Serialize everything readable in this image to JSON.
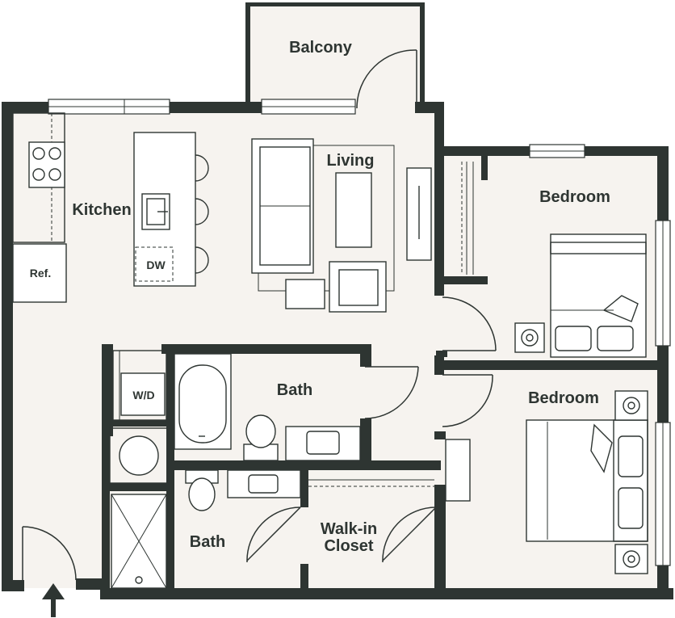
{
  "rooms": {
    "balcony": "Balcony",
    "living": "Living",
    "kitchen": "Kitchen",
    "bedroom_1": "Bedroom",
    "bedroom_2": "Bedroom",
    "bath_1": "Bath",
    "bath_2": "Bath",
    "walk_in_closet_line1": "Walk-in",
    "walk_in_closet_line2": "Closet"
  },
  "appliances": {
    "refrigerator": "Ref.",
    "dishwasher": "DW",
    "washer_dryer": "W/D"
  },
  "icons": [
    "entry-arrow-icon",
    "stove-icon",
    "sink-icon",
    "toilet-icon",
    "bathtub-icon",
    "shower-icon",
    "bed-icon",
    "lamp-icon",
    "sofa-icon",
    "armchair-icon",
    "door-swing-icon",
    "window-icon"
  ],
  "colors": {
    "walls": "#2e3532",
    "floor": "#f6f3ef",
    "background": "#ffffff"
  }
}
